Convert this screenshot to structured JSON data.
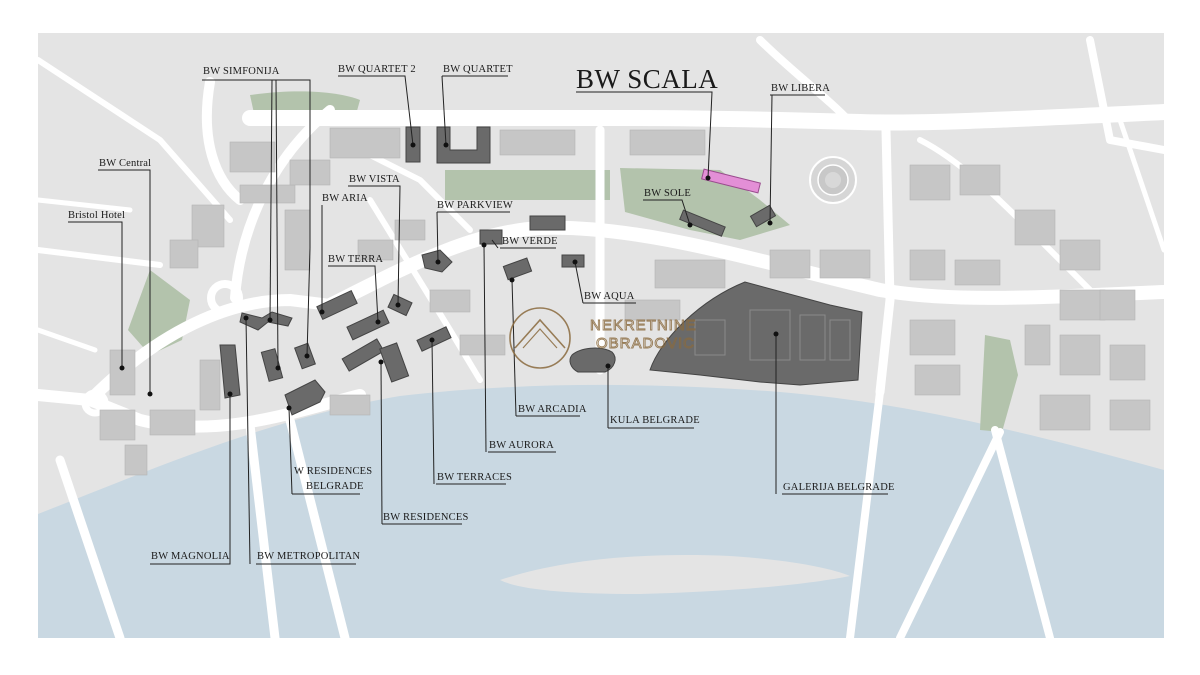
{
  "map": {
    "headline": "BW SCALA",
    "labels": {
      "simfonija": "BW SIMFONIJA",
      "quartet2": "BW QUARTET 2",
      "quartet": "BW QUARTET",
      "libera": "BW LIBERA",
      "central": "BW Central",
      "bristol": "Bristol Hotel",
      "vista": "BW VISTA",
      "aria": "BW ARIA",
      "sole": "BW SOLE",
      "parkview": "BW PARKVIEW",
      "verde": "BW VERDE",
      "terra": "BW TERRA",
      "aqua": "BW AQUA",
      "arcadia": "BW ARCADIA",
      "kula": "KULA BELGRADE",
      "aurora": "BW AURORA",
      "w_res_1": "W RESIDENCES",
      "w_res_2": "BELGRADE",
      "terraces": "BW TERRACES",
      "galerija": "GALERIJA BELGRADE",
      "residences": "BW RESIDENCES",
      "magnolia": "BW MAGNOLIA",
      "metropolitan": "BW METROPOLITAN"
    },
    "watermark": {
      "line1": "NEKRETNINE",
      "line2": "OBRADOVIC"
    },
    "colors": {
      "land": "#e4e4e4",
      "road": "#ffffff",
      "river": "#c9d8e2",
      "park": "#b3c3ac",
      "building": "#c6c6c6",
      "project": "#6a6a6a",
      "highlight": "#e38fd6"
    }
  }
}
